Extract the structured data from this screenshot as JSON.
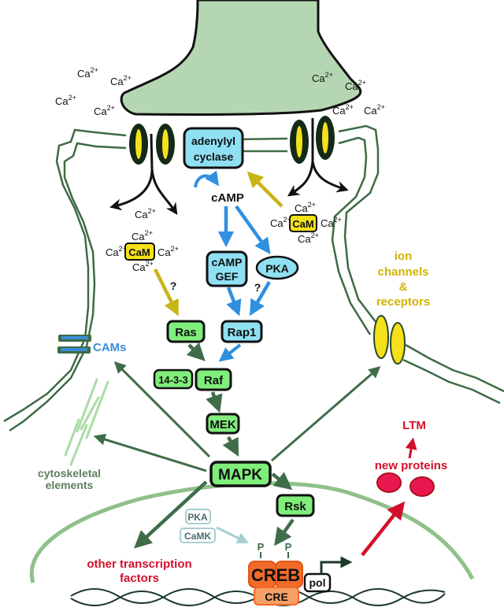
{
  "title": "Presynaptic/postsynaptic MAPK signaling pathway in long-term memory",
  "colors": {
    "presynaptic_fill": "#b5d6b2",
    "membrane": "#3d6b45",
    "channel_outer": "#142a18",
    "channel_inner": "#f5e11a",
    "blue_node": "#8fe0f2",
    "blue_arrow": "#2f8fe0",
    "green_node": "#7fee7a",
    "green_arrow": "#3f6d4a",
    "yellow_arrow": "#c9b416",
    "cam_fill": "#f5e11a",
    "red": "#d3102a",
    "protein_fill": "#e8184f",
    "creb_fill": "#f26a2a",
    "cre_fill": "#f7a066",
    "nucleus": "#8fc08a",
    "faint_arrow": "#a7cfd2",
    "cytoskeleton": "#a9dca5",
    "cams_blue": "#3a8ed8",
    "ion_label": "#d0b300",
    "cyto_label": "#5d7f5e"
  },
  "ions": {
    "ca": "Ca",
    "charge": "2+"
  },
  "nodes": {
    "adenylyl_cyclase": [
      "adenylyl",
      "cyclase"
    ],
    "camp": "cAMP",
    "camp_gef": [
      "cAMP",
      "GEF"
    ],
    "pka": "PKA",
    "cam_left": "CaM",
    "cam_right": "CaM",
    "ras": "Ras",
    "rap1": "Rap1",
    "protein_1433": "14-3-3",
    "raf": "Raf",
    "mek": "MEK",
    "mapk": "MAPK",
    "rsk": "Rsk",
    "pka_nuclear": "PKA",
    "camk": "CaMK",
    "creb": "CREB",
    "cre": "CRE",
    "pol": "pol",
    "phospho": "P"
  },
  "question_mark": "?",
  "labels": {
    "cams": "CAMs",
    "cytoskeletal": [
      "cytoskeletal",
      "elements"
    ],
    "ion_channels": [
      "ion",
      "channels",
      "&",
      "receptors"
    ],
    "ltm": "LTM",
    "new_proteins": "new proteins",
    "other_tf": [
      "other transcription",
      "factors"
    ]
  }
}
